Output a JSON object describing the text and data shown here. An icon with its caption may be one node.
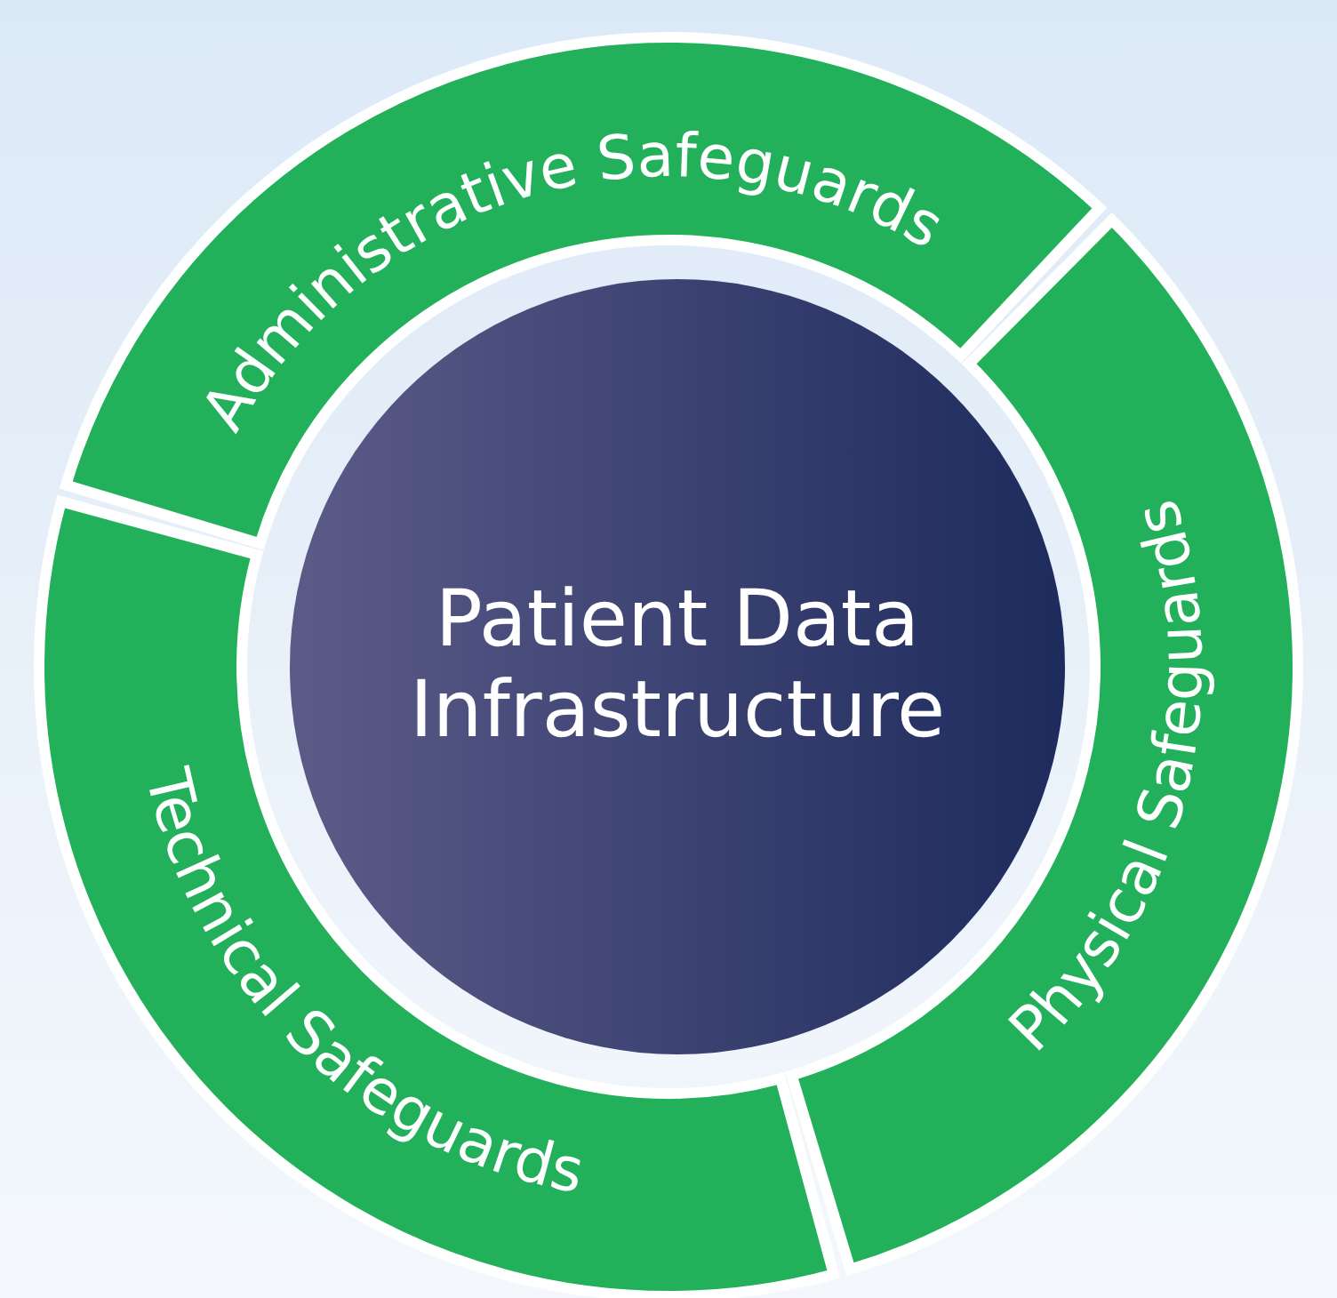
{
  "diagram": {
    "nodes": [
      {
        "text": [
          "Patient Data Infrastructure"
        ]
      },
      {
        "text": [
          "Administrative Safeguards"
        ]
      },
      {
        "text": [
          "Physical Safeguards"
        ]
      },
      {
        "text": [
          "Technical Safeguards"
        ]
      }
    ]
  }
}
